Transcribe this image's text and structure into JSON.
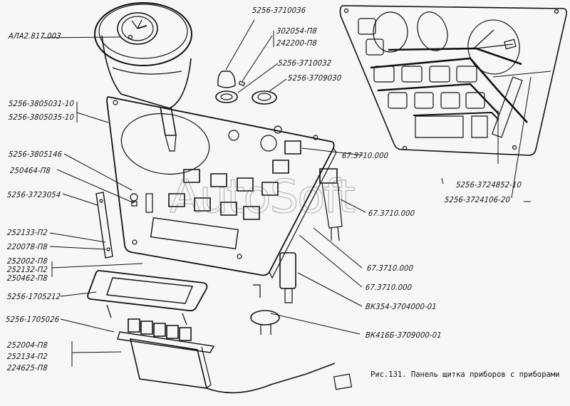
{
  "figure": {
    "caption": "Рис.131. Панель щитка приборов с приборами",
    "watermark": "AutoSoft"
  },
  "labels": {
    "clock": "АЛА2.817.003",
    "knob": "5256-3710036",
    "screw_a": "302054-П8",
    "screw_b": "242200-П8",
    "nut_a": "5256-3710032",
    "nut_b": "5256-3709030",
    "panel_a": "5256-3805031-10",
    "panel_b": "5256-3805035-10",
    "bolt": "5256-3805146",
    "washer": "250464-П8",
    "bracket": "5256-3723054",
    "bolt_b": "252133-П2",
    "screw_c": "220078-П8",
    "group1_a": "252002-П8",
    "group1_b": "252132-П2",
    "group1_c": "250462-П8",
    "frame": "5256-1705212",
    "block": "5256-1705026",
    "group2_a": "252004-П8",
    "group2_b": "252134-П2",
    "group2_c": "224625-П8",
    "switch_1": "67.3710.000",
    "switch_2": "67.3710.000",
    "switch_3": "67.3710.000",
    "switch_4": "67.3710.000",
    "sensor_1": "ВК354-3704000-01",
    "sensor_2": "ВК416Б-3709000-01",
    "harness_a": "5256-3724852-10",
    "harness_b": "5256-3724106-20"
  },
  "colors": {
    "ink": "#111111",
    "paper": "#f7f7f5"
  }
}
